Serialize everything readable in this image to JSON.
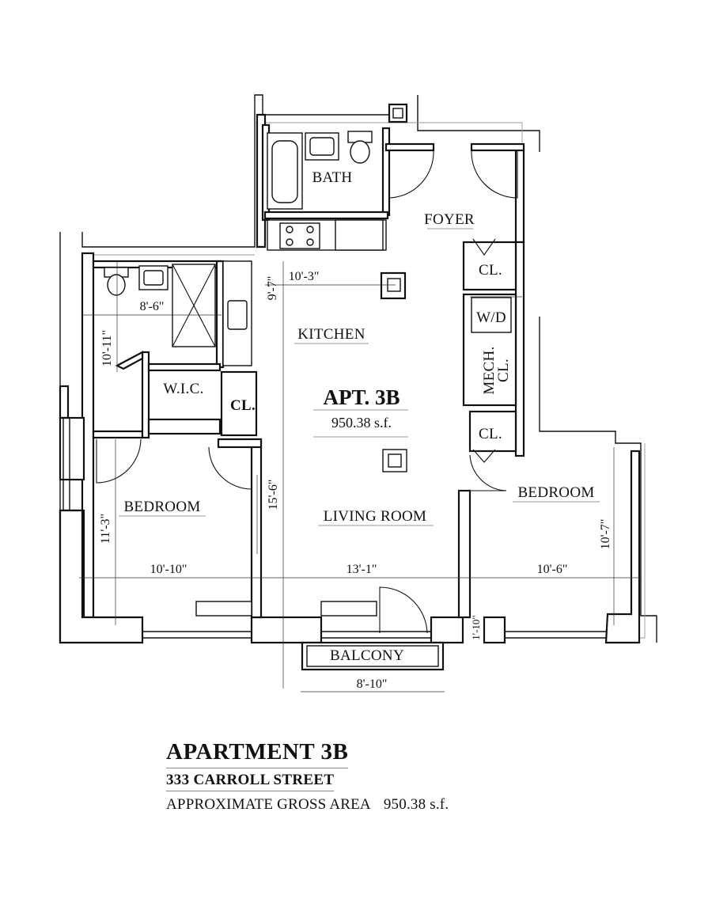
{
  "rooms": {
    "bath": "BATH",
    "foyer": "FOYER",
    "kitchen": "KITCHEN",
    "wic": "W.I.C.",
    "closet_left": "CL.",
    "closet_foyer": "CL.",
    "closet_bedroom": "CL.",
    "washer_dryer": "W/D",
    "mech_line1": "MECH.",
    "mech_line2": "CL.",
    "bedroom_left": "BEDROOM",
    "bedroom_right": "BEDROOM",
    "living_room": "LIVING ROOM",
    "balcony": "BALCONY"
  },
  "unit_label": {
    "name": "APT. 3B",
    "area": "950.38 s.f."
  },
  "dimensions": {
    "kitchen_width": "10'-3\"",
    "kitchen_depth": "9'-7\"",
    "bath2_width": "8'-6\"",
    "bath2_depth": "10'-11\"",
    "bedroom_left_depth": "11'-3\"",
    "bedroom_left_width": "10'-10\"",
    "living_depth": "15'-6\"",
    "living_width": "13'-1\"",
    "bedroom_right_width": "10'-6\"",
    "bedroom_right_depth": "10'-7\"",
    "balcony_depth": "1'-10\"",
    "balcony_width": "8'-10\""
  },
  "title_block": {
    "title": "APARTMENT 3B",
    "address": "333 CARROLL STREET",
    "area_label": "APPROXIMATE GROSS AREA",
    "area_value": "950.38 s.f."
  }
}
